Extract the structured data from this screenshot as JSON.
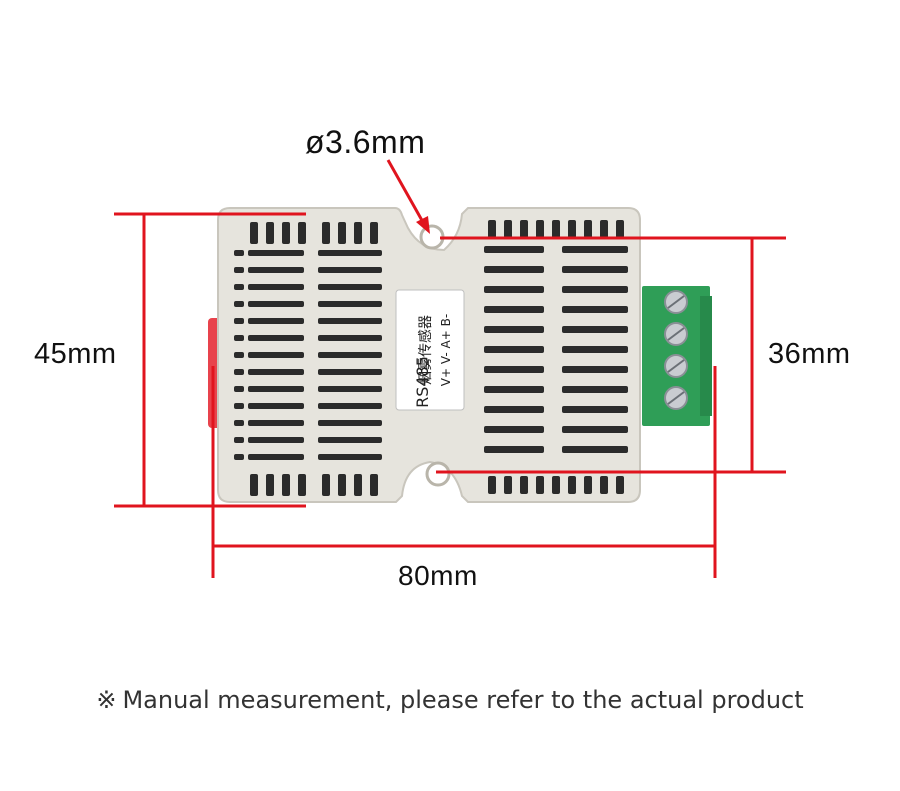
{
  "dimensions": {
    "hole_diameter": "ø3.6mm",
    "height": "45mm",
    "mounting_distance": "36mm",
    "width": "80mm"
  },
  "device": {
    "label_line1": "RS485",
    "label_line2": "烟雾传感器",
    "label_line3": "V+ V- A+ B-",
    "body_color": "#e6e4dd",
    "terminal_color": "#2f9e57"
  },
  "colors": {
    "dimension_line": "#e0141e"
  },
  "note": {
    "mark": "※",
    "text": "Manual measurement, please refer to the actual product"
  }
}
